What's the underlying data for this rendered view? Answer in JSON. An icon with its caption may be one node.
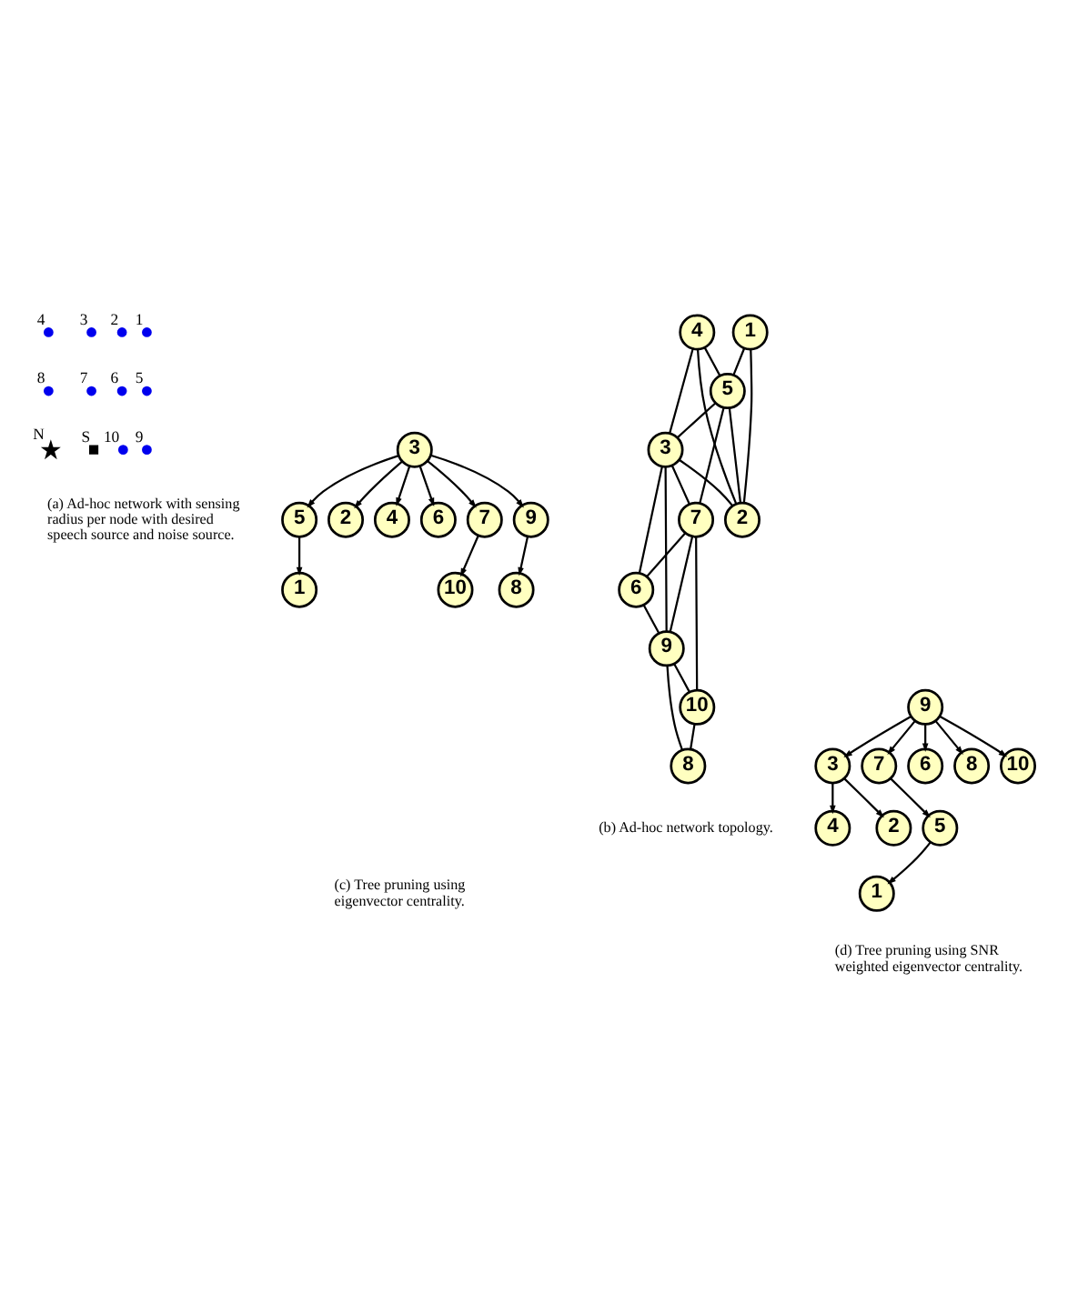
{
  "diagram": {
    "nodes": [
      {
        "text": [],
        "shape": "point",
        "beside": [
          "1"
        ]
      },
      {
        "text": [],
        "shape": "point",
        "beside": [
          "2"
        ]
      },
      {
        "text": [],
        "shape": "point",
        "beside": [
          "3"
        ]
      },
      {
        "text": [],
        "shape": "point",
        "beside": [
          "4"
        ]
      },
      {
        "text": [],
        "shape": "point",
        "beside": [
          "5"
        ]
      },
      {
        "text": [],
        "shape": "point",
        "beside": [
          "6"
        ]
      },
      {
        "text": [],
        "shape": "point",
        "beside": [
          "7"
        ]
      },
      {
        "text": [],
        "shape": "point",
        "beside": [
          "8"
        ]
      },
      {
        "text": [],
        "shape": "point",
        "beside": [
          "9"
        ]
      },
      {
        "text": [],
        "shape": "point",
        "beside": [
          "10"
        ]
      },
      {
        "text": [],
        "shape": "box",
        "beside": [
          "S"
        ]
      },
      {
        "text": [],
        "shape": "star",
        "beside": [
          "N"
        ]
      },
      {
        "text": [
          "1"
        ]
      },
      {
        "text": [
          "2"
        ]
      },
      {
        "text": [
          "3"
        ]
      },
      {
        "text": [
          "4"
        ]
      },
      {
        "text": [
          "5"
        ]
      },
      {
        "text": [
          "6"
        ]
      },
      {
        "text": [
          "7"
        ]
      },
      {
        "text": [
          "8"
        ]
      },
      {
        "text": [
          "9"
        ]
      },
      {
        "text": [
          "10"
        ]
      },
      {
        "text": [
          "1"
        ]
      },
      {
        "text": [
          "2"
        ]
      },
      {
        "text": [
          "3"
        ]
      },
      {
        "text": [
          "4"
        ]
      },
      {
        "text": [
          "5"
        ]
      },
      {
        "text": [
          "6"
        ]
      },
      {
        "text": [
          "7"
        ]
      },
      {
        "text": [
          "8"
        ]
      },
      {
        "text": [
          "9"
        ]
      },
      {
        "text": [
          "10"
        ]
      },
      {
        "text": [
          "1"
        ]
      },
      {
        "text": [
          "2"
        ]
      },
      {
        "text": [
          "3"
        ]
      },
      {
        "text": [
          "4"
        ]
      },
      {
        "text": [
          "5"
        ]
      },
      {
        "text": [
          "6"
        ]
      },
      {
        "text": [
          "7"
        ]
      },
      {
        "text": [
          "8"
        ]
      },
      {
        "text": [
          "9"
        ]
      },
      {
        "text": [
          "10"
        ]
      }
    ],
    "edges": [
      {
        "from": 12,
        "to": 16,
        "arrow": "none"
      },
      {
        "from": 12,
        "to": 13,
        "arrow": "none"
      },
      {
        "from": 15,
        "to": 16,
        "arrow": "none"
      },
      {
        "from": 15,
        "to": 13,
        "arrow": "none"
      },
      {
        "from": 15,
        "to": 14,
        "arrow": "none"
      },
      {
        "from": 16,
        "to": 13,
        "arrow": "none"
      },
      {
        "from": 16,
        "to": 14,
        "arrow": "none"
      },
      {
        "from": 16,
        "to": 18,
        "arrow": "none"
      },
      {
        "from": 14,
        "to": 13,
        "arrow": "none"
      },
      {
        "from": 14,
        "to": 18,
        "arrow": "none"
      },
      {
        "from": 14,
        "to": 17,
        "arrow": "none"
      },
      {
        "from": 14,
        "to": 20,
        "arrow": "none"
      },
      {
        "from": 18,
        "to": 17,
        "arrow": "none"
      },
      {
        "from": 17,
        "to": 20,
        "arrow": "none"
      },
      {
        "from": 18,
        "to": 20,
        "arrow": "none"
      },
      {
        "from": 18,
        "to": 21,
        "arrow": "none"
      },
      {
        "from": 20,
        "to": 21,
        "arrow": "none"
      },
      {
        "from": 20,
        "to": 19,
        "arrow": "none"
      },
      {
        "from": 21,
        "to": 19,
        "arrow": "none"
      },
      {
        "from": 24,
        "to": 26,
        "arrow": "to"
      },
      {
        "from": 26,
        "to": 22,
        "arrow": "to"
      },
      {
        "from": 24,
        "to": 25,
        "arrow": "to"
      },
      {
        "from": 24,
        "to": 28,
        "arrow": "to"
      },
      {
        "from": 28,
        "to": 31,
        "arrow": "to"
      },
      {
        "from": 24,
        "to": 27,
        "arrow": "to"
      },
      {
        "from": 24,
        "to": 23,
        "arrow": "to"
      },
      {
        "from": 24,
        "to": 30,
        "arrow": "to"
      },
      {
        "from": 30,
        "to": 29,
        "arrow": "to"
      },
      {
        "from": 40,
        "to": 38,
        "arrow": "to"
      },
      {
        "from": 38,
        "to": 36,
        "arrow": "to"
      },
      {
        "from": 36,
        "to": 32,
        "arrow": "to"
      },
      {
        "from": 40,
        "to": 37,
        "arrow": "to"
      },
      {
        "from": 40,
        "to": 41,
        "arrow": "to"
      },
      {
        "from": 40,
        "to": 39,
        "arrow": "to"
      },
      {
        "from": 40,
        "to": 34,
        "arrow": "to"
      },
      {
        "from": 34,
        "to": 35,
        "arrow": "to"
      },
      {
        "from": 34,
        "to": 33,
        "arrow": "to"
      }
    ],
    "labels": [
      "(a) Ad-hoc network with sensing radius per node with desired speech source and noise source.",
      "(b) Ad-hoc network topology.",
      "(c) Tree pruning using eigenvector centrality.",
      "(d) Tree pruning using SNR weighted eigenvector centrality."
    ]
  }
}
